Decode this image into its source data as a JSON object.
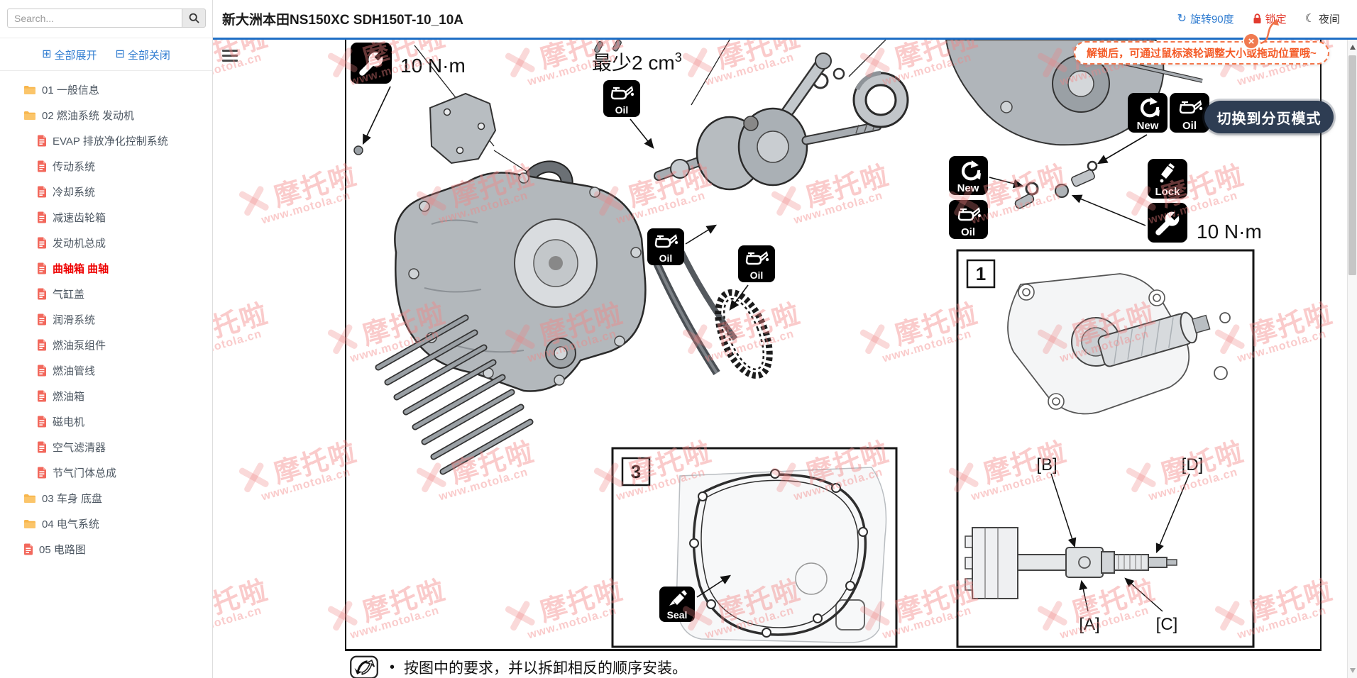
{
  "sidebar": {
    "search": {
      "placeholder": "Search..."
    },
    "expand_icon": "⊞",
    "collapse_icon": "⊟",
    "expand_all_label": "全部展开",
    "collapse_all_label": "全部关闭",
    "tree": [
      {
        "label": "01 一般信息",
        "type": "folder",
        "level": 0,
        "selected": false
      },
      {
        "label": "02 燃油系统 发动机",
        "type": "folder",
        "level": 0,
        "selected": false
      },
      {
        "label": "EVAP 排放净化控制系统",
        "type": "file",
        "level": 1,
        "selected": false
      },
      {
        "label": "传动系统",
        "type": "file",
        "level": 1,
        "selected": false
      },
      {
        "label": "冷却系统",
        "type": "file",
        "level": 1,
        "selected": false
      },
      {
        "label": "减速齿轮箱",
        "type": "file",
        "level": 1,
        "selected": false
      },
      {
        "label": "发动机总成",
        "type": "file",
        "level": 1,
        "selected": false
      },
      {
        "label": "曲轴箱 曲轴",
        "type": "file",
        "level": 1,
        "selected": true
      },
      {
        "label": "气缸盖",
        "type": "file",
        "level": 1,
        "selected": false
      },
      {
        "label": "润滑系统",
        "type": "file",
        "level": 1,
        "selected": false
      },
      {
        "label": "燃油泵组件",
        "type": "file",
        "level": 1,
        "selected": false
      },
      {
        "label": "燃油管线",
        "type": "file",
        "level": 1,
        "selected": false
      },
      {
        "label": "燃油箱",
        "type": "file",
        "level": 1,
        "selected": false
      },
      {
        "label": "磁电机",
        "type": "file",
        "level": 1,
        "selected": false
      },
      {
        "label": "空气滤清器",
        "type": "file",
        "level": 1,
        "selected": false
      },
      {
        "label": "节气门体总成",
        "type": "file",
        "level": 1,
        "selected": false
      },
      {
        "label": "03 车身 底盘",
        "type": "folder",
        "level": 0,
        "selected": false
      },
      {
        "label": "04 电气系统",
        "type": "folder",
        "level": 0,
        "selected": false
      },
      {
        "label": "05 电路图",
        "type": "file",
        "level": 0,
        "selected": false
      }
    ]
  },
  "topbar": {
    "title": "新大洲本田NS150XC SDH150T-10_10A",
    "rotate_icon": "↻",
    "rotate_label": "旋转90度",
    "lock_label": "锁定",
    "night_icon": "☾",
    "night_label": "夜间"
  },
  "overlay": {
    "tooltip_text": "解锁后，可通过鼠标滚轮调整大小或拖动位置哦~",
    "tooltip_close": "×",
    "page_mode_button": "切换到分页模式"
  },
  "diagram": {
    "torque_left": "10 N·m",
    "torque_right": "10 N·m",
    "min_oil_text": "最少2 cm",
    "min_oil_sup": "3",
    "oil_label": "Oil",
    "new_label": "New",
    "lock_label": "Lock",
    "seal_label": "Seal",
    "inset1_number": "1",
    "inset3_number": "3",
    "label_a": "[A]",
    "label_b": "[B]",
    "label_c": "[C]",
    "label_d": "[D]",
    "note_bullet": "•",
    "note_text": "按图中的要求，并以拆卸相反的顺序安装。"
  },
  "watermark": {
    "brand": "摩托啦",
    "url": "www.motola.cn"
  }
}
